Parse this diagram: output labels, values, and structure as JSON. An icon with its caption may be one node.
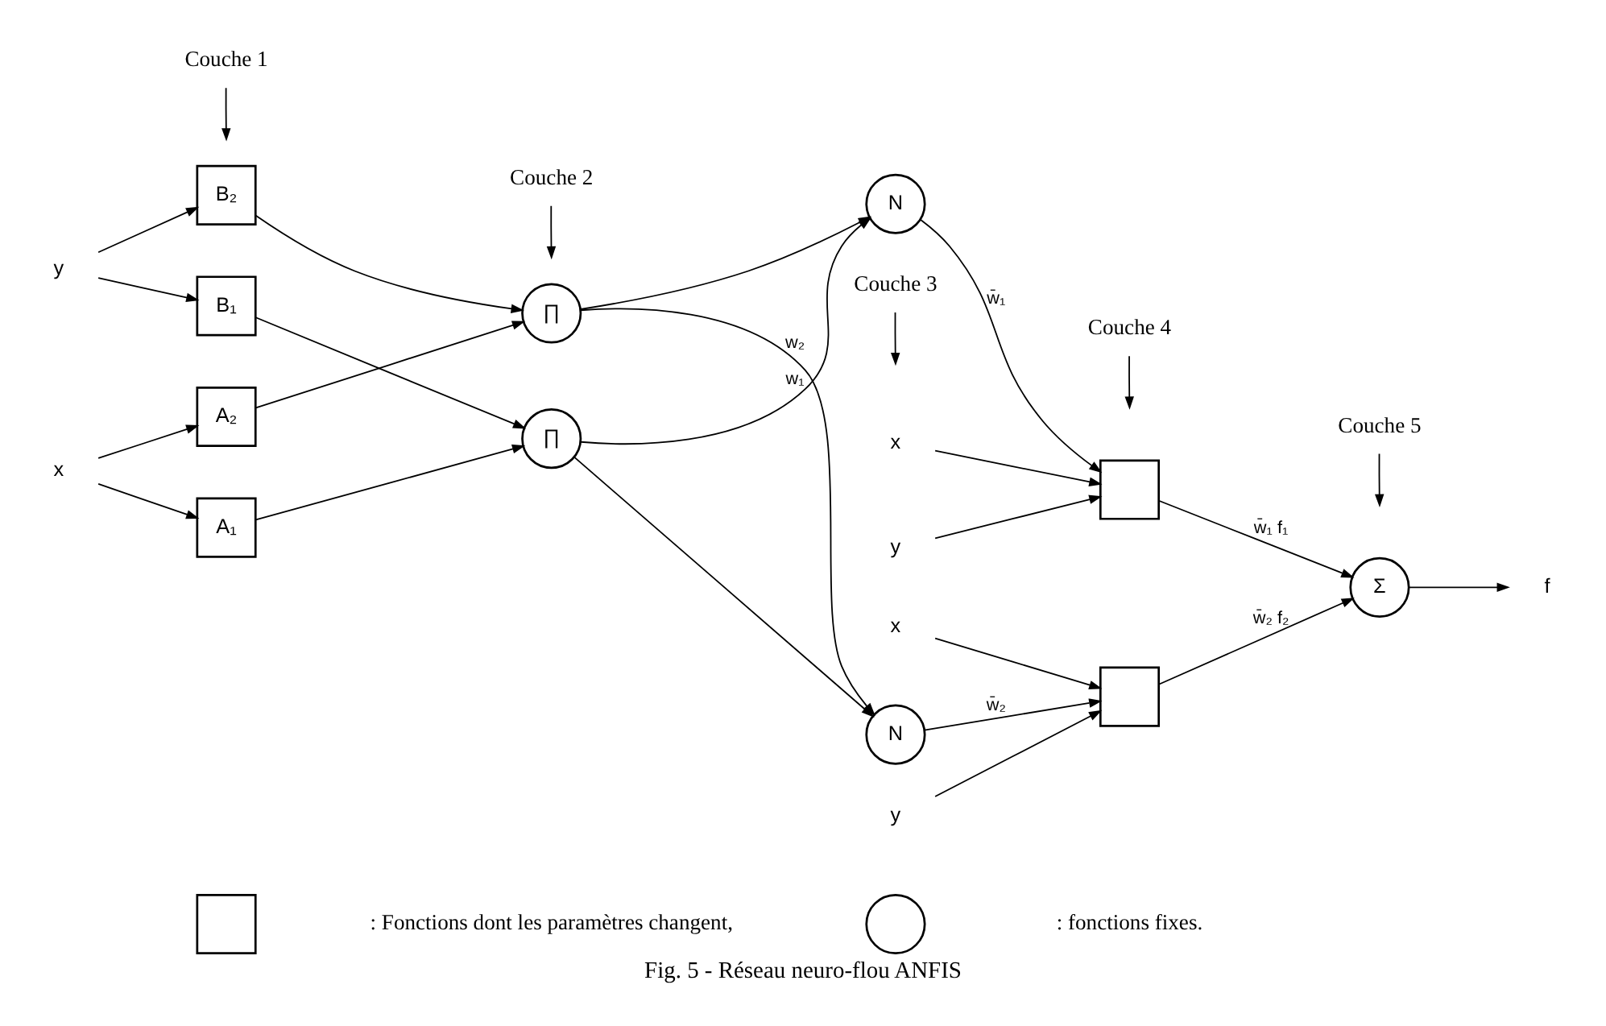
{
  "diagram": {
    "caption": "Fig. 5 - Réseau neuro-flou ANFIS",
    "nodes": [
      {
        "text": [
          "Couche 1"
        ]
      },
      {
        "text": [
          "Couche 2"
        ]
      },
      {
        "text": [
          "Couche 3"
        ]
      },
      {
        "text": [
          "Couche 4"
        ]
      },
      {
        "text": [
          "Couche 5"
        ]
      },
      {
        "text": [
          "x"
        ]
      },
      {
        "text": [
          "y"
        ]
      },
      {
        "text": [
          "A₁"
        ]
      },
      {
        "text": [
          "A₂"
        ]
      },
      {
        "text": [
          "B₁"
        ]
      },
      {
        "text": [
          "B₂"
        ]
      },
      {
        "text": [
          "∏"
        ]
      },
      {
        "text": [
          "∏"
        ]
      },
      {
        "text": [
          "N"
        ]
      },
      {
        "text": [
          "N"
        ]
      },
      {
        "text": [],
        "shape": "box"
      },
      {
        "text": [],
        "shape": "box"
      },
      {
        "text": [
          "Σ"
        ]
      },
      {
        "text": [
          "f"
        ]
      },
      {
        "text": [
          "x"
        ]
      },
      {
        "text": [
          "y"
        ]
      },
      {
        "text": [
          "x"
        ]
      },
      {
        "text": [
          "y"
        ]
      },
      {
        "text": [],
        "shape": "box"
      },
      {
        "text": [],
        "shape": "circle"
      }
    ],
    "edges": [
      {
        "from": 0,
        "to": null,
        "arrow": "to"
      },
      {
        "from": 1,
        "to": null,
        "arrow": "to"
      },
      {
        "from": 2,
        "to": null,
        "arrow": "to"
      },
      {
        "from": 3,
        "to": null,
        "arrow": "to"
      },
      {
        "from": 4,
        "to": null,
        "arrow": "to"
      },
      {
        "from": 5,
        "to": 7,
        "arrow": "to"
      },
      {
        "from": 5,
        "to": 8,
        "arrow": "to"
      },
      {
        "from": 6,
        "to": 9,
        "arrow": "to"
      },
      {
        "from": 6,
        "to": 10,
        "arrow": "to"
      },
      {
        "from": 7,
        "to": 11,
        "arrow": "to"
      },
      {
        "from": 8,
        "to": 12,
        "arrow": "to"
      },
      {
        "from": 9,
        "to": 11,
        "arrow": "to"
      },
      {
        "from": 10,
        "to": 12,
        "arrow": "to"
      },
      {
        "from": 11,
        "to": 13,
        "arrow": "to",
        "label": "w₁"
      },
      {
        "from": 11,
        "to": 14,
        "arrow": "to"
      },
      {
        "from": 12,
        "to": 13,
        "arrow": "to"
      },
      {
        "from": 12,
        "to": 14,
        "arrow": "to",
        "label": "w₂"
      },
      {
        "from": 13,
        "to": 15,
        "arrow": "to",
        "label": "w̄₁"
      },
      {
        "from": 14,
        "to": 16,
        "arrow": "to",
        "label": "w̄₂"
      },
      {
        "from": 19,
        "to": 15,
        "arrow": "to"
      },
      {
        "from": 20,
        "to": 15,
        "arrow": "to"
      },
      {
        "from": 21,
        "to": 16,
        "arrow": "to"
      },
      {
        "from": 22,
        "to": 16,
        "arrow": "to"
      },
      {
        "from": 15,
        "to": 17,
        "arrow": "to",
        "label": "w̄₁ f₁"
      },
      {
        "from": 16,
        "to": 17,
        "arrow": "to",
        "label": "w̄₂ f₂"
      },
      {
        "from": 17,
        "to": 18,
        "arrow": "to"
      }
    ],
    "legend": [
      {
        "text": ": Fonctions dont les paramètres changent,"
      },
      {
        "text": ": fonctions fixes."
      }
    ]
  }
}
